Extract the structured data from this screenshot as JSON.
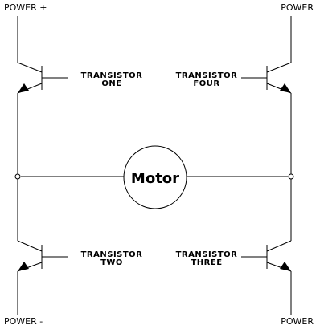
{
  "power_labels": {
    "top_left": "POWER +",
    "top_right": "POWER",
    "bottom_left": "POWER -",
    "bottom_right": "POWER"
  },
  "transistors": {
    "one": {
      "line1": "TRANSISTOR",
      "line2": "ONE"
    },
    "four": {
      "line1": "TRANSISTOR",
      "line2": "FOUR"
    },
    "two": {
      "line1": "TRANSISTOR",
      "line2": "TWO"
    },
    "three": {
      "line1": "TRANSISTOR",
      "line2": "THREE"
    }
  },
  "motor": {
    "label": "Motor"
  }
}
